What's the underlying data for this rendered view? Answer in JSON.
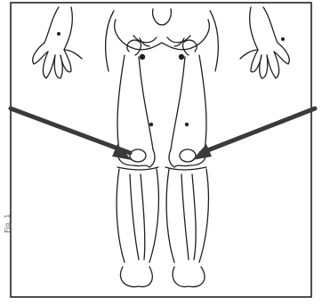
{
  "figure": {
    "side_label": "Fig. 1",
    "colors": {
      "line": "#1f1f1f",
      "arrow": "#3a3a3a",
      "border": "#222222",
      "background": "#ffffff"
    },
    "arrows": [
      {
        "name": "arrow-left-knee",
        "points_to": "left-knee"
      },
      {
        "name": "arrow-right-knee",
        "points_to": "right-knee"
      }
    ]
  }
}
